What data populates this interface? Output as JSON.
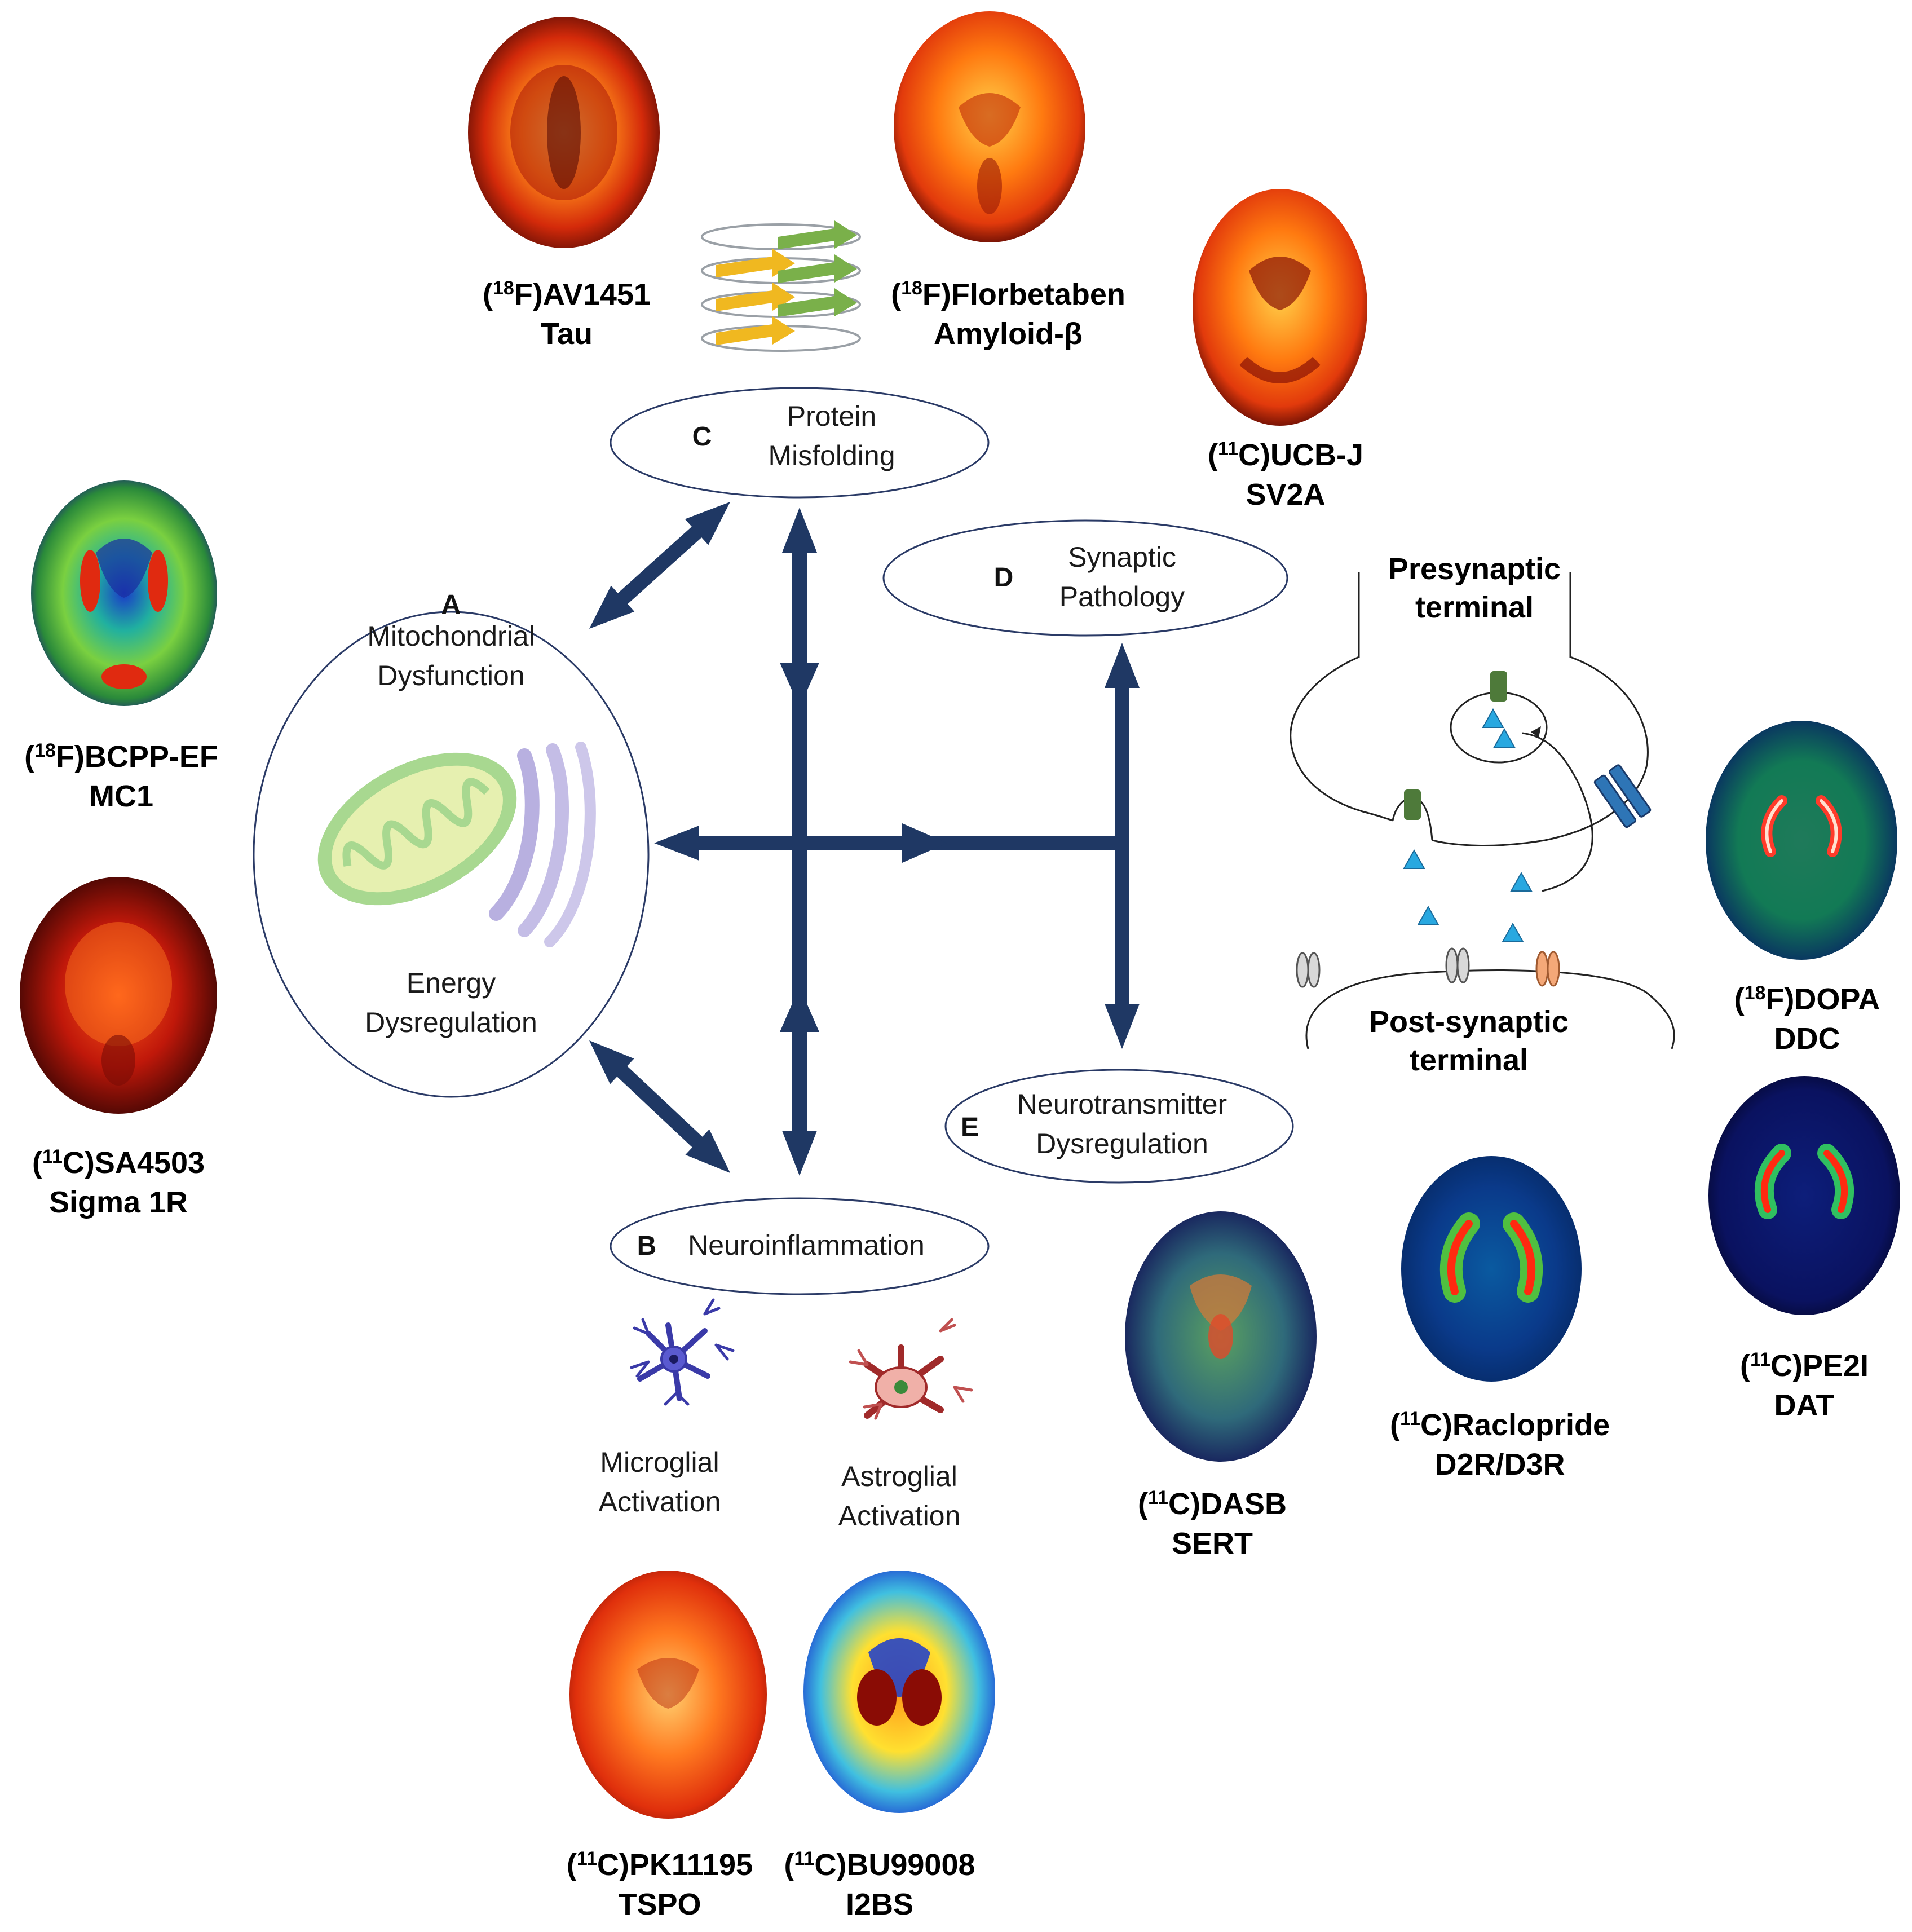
{
  "nodes": {
    "a": {
      "letter": "A",
      "line1": "Mitochondrial",
      "line2": "Dysfunction",
      "line3": "Energy",
      "line4": "Dysregulation"
    },
    "b": {
      "letter": "B",
      "line1": "Neuroinflammation"
    },
    "c": {
      "letter": "C",
      "line1": "Protein",
      "line2": "Misfolding"
    },
    "d": {
      "letter": "D",
      "line1": "Synaptic",
      "line2": "Pathology"
    },
    "e": {
      "letter": "E",
      "line1": "Neurotransmitter",
      "line2": "Dysregulation"
    }
  },
  "tracers": {
    "av1451": {
      "iso": "18",
      "elem": "F",
      "name": "AV1451",
      "target": "Tau"
    },
    "florbetaben": {
      "iso": "18",
      "elem": "F",
      "name": "Florbetaben",
      "target": "Amyloid-β"
    },
    "ucbj": {
      "iso": "11",
      "elem": "C",
      "name": "UCB-J",
      "target": "SV2A"
    },
    "bcpp": {
      "iso": "18",
      "elem": "F",
      "name": "BCPP-EF",
      "target": "MC1"
    },
    "sa4503": {
      "iso": "11",
      "elem": "C",
      "name": "SA4503",
      "target": "Sigma 1R"
    },
    "dopa": {
      "iso": "18",
      "elem": "F",
      "name": "DOPA",
      "target": "DDC"
    },
    "pe2i": {
      "iso": "11",
      "elem": "C",
      "name": "PE2I",
      "target": "DAT"
    },
    "raclopride": {
      "iso": "11",
      "elem": "C",
      "name": "Raclopride",
      "target": "D2R/D3R"
    },
    "dasb": {
      "iso": "11",
      "elem": "C",
      "name": "DASB",
      "target": "SERT"
    },
    "pk11195": {
      "iso": "11",
      "elem": "C",
      "name": "PK11195",
      "target": "TSPO"
    },
    "bu99008": {
      "iso": "11",
      "elem": "C",
      "name": "BU99008",
      "target": "I2BS"
    }
  },
  "glia": {
    "microglia": {
      "line1": "Microglial",
      "line2": "Activation"
    },
    "astroglia": {
      "line1": "Astroglial",
      "line2": "Activation"
    }
  },
  "synapse": {
    "pre_line1": "Presynaptic",
    "pre_line2": "terminal",
    "post_line1": "Post-synaptic",
    "post_line2": "terminal"
  },
  "colors": {
    "arrow": "#1f3864",
    "ellipse_stroke": "#2a3a66",
    "neurotransmitter": "#29a8e0",
    "transporter": "#2e75b6",
    "vesicle_receptor": "#4e7a3a"
  }
}
